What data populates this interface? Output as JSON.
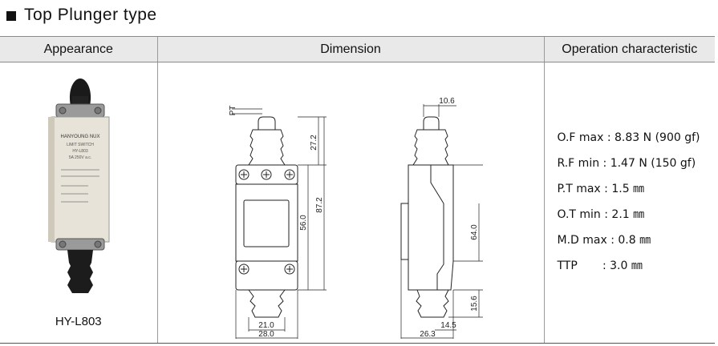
{
  "title": "Top Plunger type",
  "table": {
    "headers": [
      "Appearance",
      "Dimension",
      "Operation characteristic"
    ],
    "model": "HY-L803",
    "photo_text": [
      "HANYOUNG NUX",
      "LIMIT SWITCH",
      "HY-L803",
      "5A 250V a.c."
    ],
    "dimensions": {
      "pt": "PT",
      "d_27_2": "27.2",
      "d_87_2": "87.2",
      "d_56_0": "56.0",
      "d_21_0": "21.0",
      "d_28_0": "28.0",
      "d_10_6": "10.6",
      "d_64_0": "64.0",
      "d_15_6": "15.6",
      "d_14_5": "14.5",
      "d_26_3": "26.3"
    },
    "operation": [
      "O.F max : 8.83 N (900 gf)",
      "R.F min : 1.47 N (150 gf)",
      "P.T max : 1.5 ㎜",
      "O.T min : 2.1 ㎜",
      "M.D max : 0.8 ㎜",
      "TTP       : 3.0 ㎜"
    ]
  },
  "icons": [
    "square-bullet-icon",
    "limit-switch-photo",
    "front-view-drawing",
    "side-view-drawing"
  ]
}
